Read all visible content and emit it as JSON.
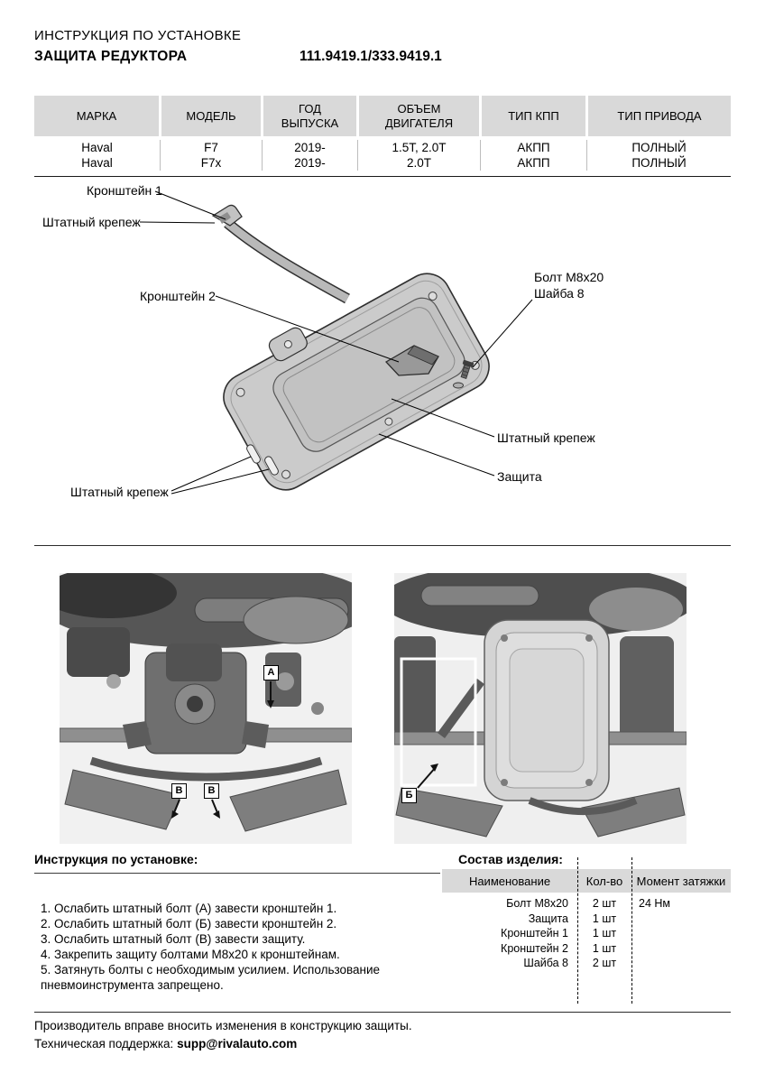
{
  "header": {
    "title_line1": "ИНСТРУКЦИЯ ПО УСТАНОВКЕ",
    "product_title": "ЗАЩИТА РЕДУКТОРА",
    "part_numbers": "111.9419.1/333.9419.1"
  },
  "fitment": {
    "columns": [
      "МАРКА",
      "МОДЕЛЬ",
      "ГОД ВЫПУСКА",
      "ОБЪЕМ ДВИГАТЕЛЯ",
      "ТИП КПП",
      "ТИП ПРИВОДА"
    ],
    "rows": [
      [
        "Haval",
        "F7",
        "2019-",
        "1.5T, 2.0T",
        "АКПП",
        "ПОЛНЫЙ"
      ],
      [
        "Haval",
        "F7x",
        "2019-",
        "2.0T",
        "АКПП",
        "ПОЛНЫЙ"
      ]
    ]
  },
  "diagram": {
    "labels": {
      "bracket1": "Кронштейн 1",
      "stock_fastener_top": "Штатный крепеж",
      "bracket2": "Кронштейн 2",
      "bolt": "Болт М8х20",
      "washer": "Шайба 8",
      "stock_fastener_right": "Штатный крепеж",
      "guard": "Защита",
      "stock_fastener_bottom": "Штатный крепеж"
    }
  },
  "photos": {
    "left": {
      "markers": [
        "А",
        "В",
        "В"
      ]
    },
    "right": {
      "markers": [
        "Б"
      ]
    }
  },
  "instructions": {
    "title": "Инструкция по установке:",
    "steps": [
      "1. Ослабить штатный болт (А) завести кронштейн 1.",
      "2. Ослабить штатный болт (Б) завести кронштейн 2.",
      "3. Ослабить штатный болт (В) завести защиту.",
      "4. Закрепить защиту болтами М8х20 к кронштейнам.",
      "5. Затянуть болты с необходимым усилием. Использование пневмоинструмента запрещено."
    ]
  },
  "parts": {
    "title": "Состав изделия:",
    "columns": [
      "Наименование",
      "Кол-во",
      "Момент затяжки"
    ],
    "rows": [
      [
        "Болт М8х20",
        "2 шт",
        "24 Нм"
      ],
      [
        "Защита",
        "1 шт",
        ""
      ],
      [
        "Кронштейн 1",
        "1 шт",
        ""
      ],
      [
        "Кронштейн 2",
        "1 шт",
        ""
      ],
      [
        "Шайба 8",
        "2 шт",
        ""
      ]
    ]
  },
  "footer": {
    "note": "Производитель вправе вносить изменения в конструкцию защиты.",
    "support_label": "Техническая поддержка:",
    "support_email": "supp@rivalauto.com"
  }
}
